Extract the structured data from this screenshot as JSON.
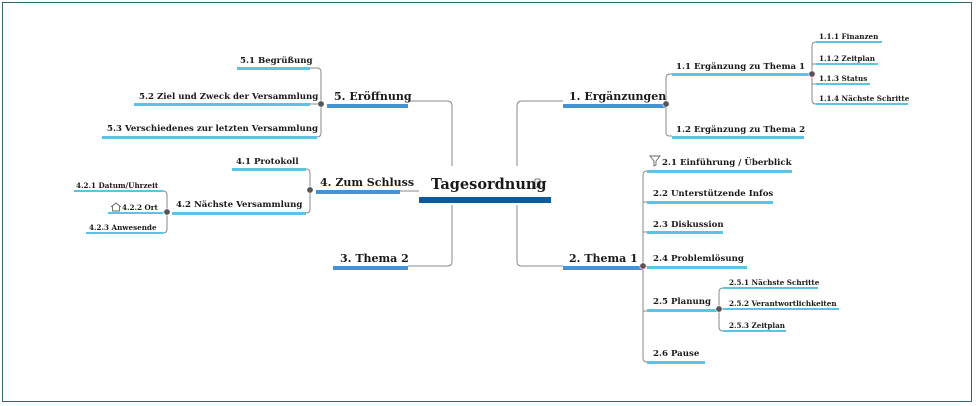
{
  "colors": {
    "root_bar": "#0a5a9c",
    "main_bar": "#4592d4",
    "sub_bar": "#5bc4e4",
    "connector": "#8a8a8a",
    "frame_border": "#2f6a6a"
  },
  "root": {
    "label": "Tagesordnung",
    "note_icon": "note-icon"
  },
  "topics": {
    "t1": {
      "label": "1.  Ergänzungen",
      "children": [
        {
          "label": "1.1  Ergänzung zu Thema 1",
          "children": [
            {
              "label": "1.1.1  Finanzen"
            },
            {
              "label": "1.1.2  Zeitplan"
            },
            {
              "label": "1.1.3  Status"
            },
            {
              "label": "1.1.4  Nächste Schritte"
            }
          ]
        },
        {
          "label": "1.2  Ergänzung zu Thema 2"
        }
      ]
    },
    "t2": {
      "label": "2.  Thema 1",
      "children": [
        {
          "label": "2.1  Einführung / Überblick",
          "icon": "filter-icon"
        },
        {
          "label": "2.2  Unterstützende Infos"
        },
        {
          "label": "2.3  Diskussion"
        },
        {
          "label": "2.4  Problemlösung"
        },
        {
          "label": "2.5  Planung",
          "children": [
            {
              "label": "2.5.1  Nächste Schritte"
            },
            {
              "label": "2.5.2  Verantwortlichkeiten"
            },
            {
              "label": "2.5.3  Zeitplan"
            }
          ]
        },
        {
          "label": "2.6  Pause"
        }
      ]
    },
    "t3": {
      "label": "3.  Thema 2"
    },
    "t4": {
      "label": "4.  Zum Schluss",
      "children": [
        {
          "label": "4.1  Protokoll"
        },
        {
          "label": "4.2  Nächste Versammlung",
          "children": [
            {
              "label": "4.2.1  Datum/Uhrzeit"
            },
            {
              "label": "4.2.2  Ort",
              "icon": "house-icon"
            },
            {
              "label": "4.2.3  Anwesende"
            }
          ]
        }
      ]
    },
    "t5": {
      "label": "5.  Eröffnung",
      "children": [
        {
          "label": "5.1  Begrüßung"
        },
        {
          "label": "5.2  Ziel und Zweck der Versammlung"
        },
        {
          "label": "5.3  Verschiedenes zur letzten Versammlung"
        }
      ]
    }
  }
}
